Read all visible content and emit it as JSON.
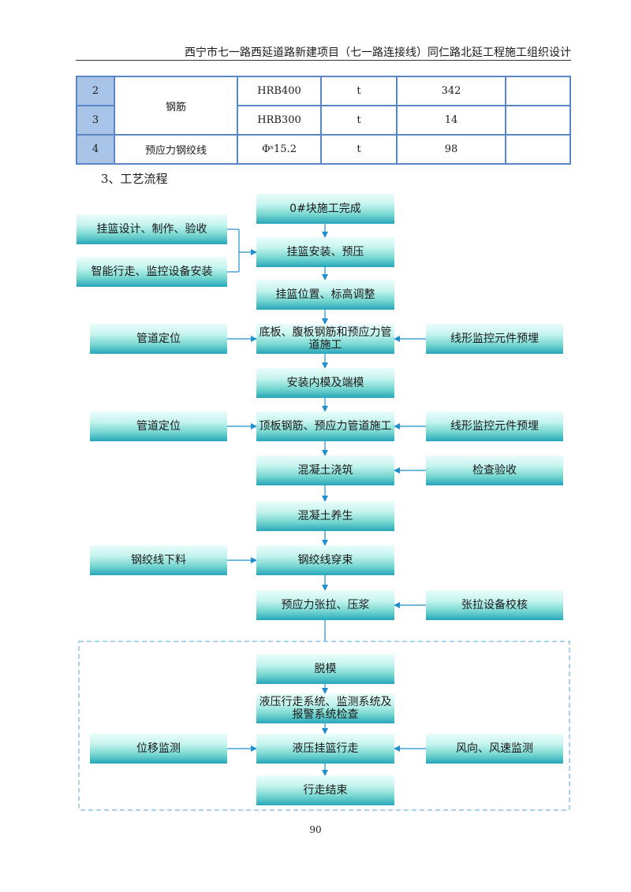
{
  "header": {
    "title": "西宁市七一路西延道路新建项目（七一路连接线）同仁路北延工程施工组织设计"
  },
  "table": {
    "rows": [
      {
        "no": "2",
        "name": "钢筋",
        "spec": "HRB400",
        "unit": "t",
        "qty": "342",
        "note": ""
      },
      {
        "no": "3",
        "name": "",
        "spec": "HRB300",
        "unit": "t",
        "qty": "14",
        "note": ""
      },
      {
        "no": "4",
        "name": "预应力钢绞线",
        "spec": "Φˢ15.2",
        "unit": "t",
        "qty": "98",
        "note": ""
      }
    ]
  },
  "section_title": "3、工艺流程",
  "flow": {
    "main": [
      "0#块施工完成",
      "挂篮安装、预压",
      "挂篮位置、标高调整",
      "底板、腹板钢筋和预应力管道施工",
      "安装内模及端模",
      "顶板钢筋、预应力管道施工",
      "混凝土浇筑",
      "混凝土养生",
      "钢绞线穿束",
      "预应力张拉、压浆",
      "脱模",
      "液压行走系统、监测系统及报警系统检查",
      "液压挂篮行走",
      "行走结束"
    ],
    "left": [
      "挂篮设计、制作、验收",
      "智能行走、监控设备安装",
      "管道定位",
      "管道定位",
      "钢绞线下料",
      "位移监测"
    ],
    "right": [
      "线形监控元件预埋",
      "线形监控元件预埋",
      "检查验收",
      "张拉设备校核",
      "风向、风速监测"
    ]
  },
  "page_number": "90",
  "colors": {
    "table_border": "#5a86c4",
    "index_cell": "#a8c4e6",
    "arrow": "#1e8fd0",
    "box_bottom": "#27a6bb"
  }
}
